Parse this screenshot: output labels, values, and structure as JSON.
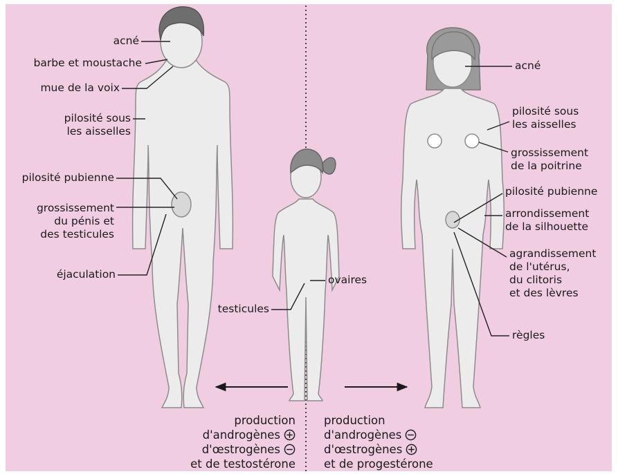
{
  "colors": {
    "background": "#f0cde0",
    "figure_fill": "#ececec",
    "figure_stroke": "#8c8c8c",
    "line": "#222222"
  },
  "male": {
    "labels": [
      "acné",
      "barbe et moustache",
      "mue de la voix",
      "pilosité sous\nles aisselles",
      "pilosité pubienne",
      "grossissement\ndu pénis et\ndes testicules",
      "éjaculation"
    ]
  },
  "child": {
    "label_ovaries": "ovaires",
    "label_testicles": "testicules"
  },
  "female": {
    "labels": [
      "acné",
      "pilosité sous\nles aisselles",
      "grossissement\nde la poitrine",
      "pilosité pubienne",
      "arrondissement\nde la silhouette",
      "agrandissement\nde l'utérus,\ndu clitoris\net des lèvres",
      "règles"
    ]
  },
  "bottom_left": {
    "line1": "production",
    "line2": "d'androgènes",
    "sign2": "plus-circle-icon",
    "line3": "d'œstrogènes",
    "sign3": "minus-circle-icon",
    "line4": "et de testostérone"
  },
  "bottom_right": {
    "line1": "production",
    "line2": "d'androgènes",
    "sign2": "minus-circle-icon",
    "line3": "d'œstrogènes",
    "sign3": "plus-circle-icon",
    "line4": "et de progestérone"
  }
}
